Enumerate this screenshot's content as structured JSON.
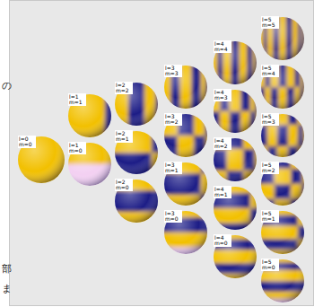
{
  "diagram": {
    "nodes": [
      {
        "text": [
          "l=0 m=0"
        ]
      },
      {
        "text": [
          "l=1 m=1"
        ]
      },
      {
        "text": [
          "l=1 m=0"
        ]
      },
      {
        "text": [
          "l=2 m=2"
        ]
      },
      {
        "text": [
          "l=2 m=1"
        ]
      },
      {
        "text": [
          "l=2 m=0"
        ]
      },
      {
        "text": [
          "l=3 m=3"
        ]
      },
      {
        "text": [
          "l=3 m=2"
        ]
      },
      {
        "text": [
          "l=3 m=1"
        ]
      },
      {
        "text": [
          "l=3 m=0"
        ]
      },
      {
        "text": [
          "l=4 m=4"
        ]
      },
      {
        "text": [
          "l=4 m=3"
        ]
      },
      {
        "text": [
          "l=4 m=2"
        ]
      },
      {
        "text": [
          "l=4 m=1"
        ]
      },
      {
        "text": [
          "l=4 m=0"
        ]
      },
      {
        "text": [
          "l=5 m=5"
        ]
      },
      {
        "text": [
          "l=5 m=4"
        ]
      },
      {
        "text": [
          "l=5 m=3"
        ]
      },
      {
        "text": [
          "l=5 m=2"
        ]
      },
      {
        "text": [
          "l=5 m=1"
        ]
      },
      {
        "text": [
          "l=5 m=0"
        ]
      }
    ],
    "labels": [
      "の",
      "部",
      "ま"
    ]
  }
}
